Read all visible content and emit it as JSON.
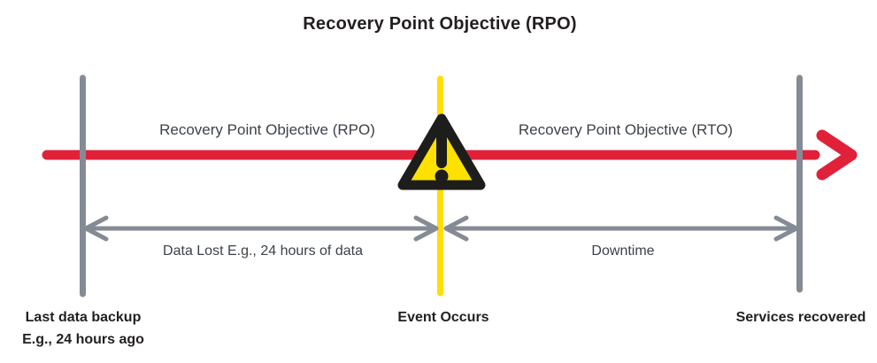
{
  "title": "Recovery Point Objective (RPO)",
  "colors": {
    "red": "#E02139",
    "gray": "#858B95",
    "yellow": "#FFDE00",
    "triangle_yellow": "#FFE100",
    "black": "#1D1D1B"
  },
  "timeline": {
    "upper_left_label": "Recovery Point Objective (RPO)",
    "upper_right_label": "Recovery Point Objective (RTO)",
    "lower_left_label": "Data Lost E.g., 24 hours of data",
    "lower_right_label": "Downtime"
  },
  "milestones": {
    "left": {
      "line1": "Last data backup",
      "line2": "E.g., 24 hours ago"
    },
    "center": {
      "label": "Event Occurs"
    },
    "right": {
      "label": "Services recovered"
    }
  },
  "icons": {
    "warning": "warning-triangle-icon"
  }
}
